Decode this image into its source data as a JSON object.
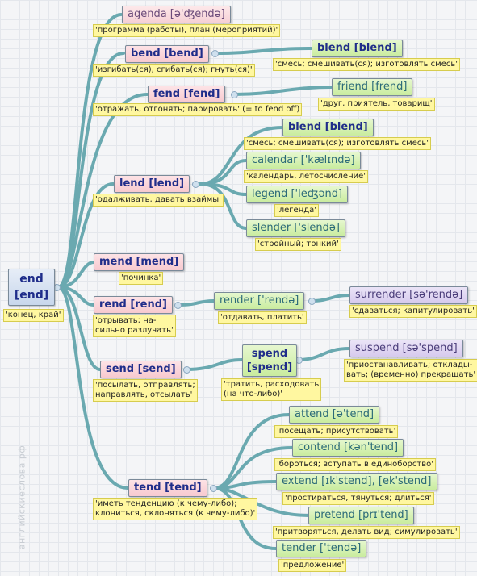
{
  "watermark": "английскиеслова.рф",
  "colors": {
    "edge": "#6aa9b0",
    "note_bg": "#fff7a0",
    "pink": "#f7c9cf",
    "green": "#c9ec9e",
    "lavender": "#d6caee",
    "blue": "#c8d7ec"
  },
  "nodes": {
    "end": {
      "line1": "end",
      "line2": "[end]",
      "note": "'конец, край'"
    },
    "agenda": {
      "label": "agenda [ə'ʤendə]",
      "note": "'программа (работы), план (мероприятий)'"
    },
    "bend": {
      "label": "bend [bend]",
      "note": "'изгибать(ся), сгибать(ся); гнуть(ся)'"
    },
    "blend1": {
      "label": "blend [blend]",
      "note": "'смесь; смешивать(ся); изготовлять смесь'"
    },
    "fend": {
      "label": "fend [fend]",
      "note": "'отражать, отгонять; парировать' (= to fend off)"
    },
    "friend": {
      "label": "friend [frend]",
      "note": "'друг, приятель, товарищ'"
    },
    "lend": {
      "label": "lend [lend]",
      "note": "'одалживать, давать взаймы'"
    },
    "blend2": {
      "label": "blend [blend]",
      "note": "'смесь; смешивать(ся); изготовлять смесь'"
    },
    "calendar": {
      "label": "calendar ['kælɪndə]",
      "note": "'календарь, летосчисление'"
    },
    "legend": {
      "label": "legend ['leʤənd]",
      "note": "'легенда'"
    },
    "slender": {
      "label": "slender ['slendə]",
      "note": "'стройный; тонкий'"
    },
    "mend": {
      "label": "mend [mend]",
      "note": "'починка'"
    },
    "rend": {
      "label": "rend [rend]",
      "note": "'отрывать; на-\nсильно разлучать'"
    },
    "render": {
      "label": "render ['rendə]",
      "note": "'отдавать, платить'"
    },
    "surrender": {
      "label": "surrender [sə'rendə]",
      "note": "'сдаваться; капитулировать'"
    },
    "send": {
      "label": "send [send]",
      "note": "'посылать, отправлять;\nнаправлять, отсылать'"
    },
    "spend": {
      "line1": "spend",
      "line2": "[spend]",
      "note": "'тратить, расходовать\n(на что-либо)'"
    },
    "suspend": {
      "label": "suspend [sə'spend]",
      "note": "'приостанавливать; отклады-\nвать; (временно) прекращать'"
    },
    "tend": {
      "label": "tend [tend]",
      "note": "'иметь тенденцию (к чему-либо);\nклониться, склоняться (к чему-либо)'"
    },
    "attend": {
      "label": "attend [ə'tend]",
      "note": "'посещать; присутствовать'"
    },
    "contend": {
      "label": "contend [kən'tend]",
      "note": "'бороться; вступать в единоборство'"
    },
    "extend": {
      "label": "extend [ɪk'stend], [ek'stend]",
      "note": "'простираться, тянуться; длиться'"
    },
    "pretend": {
      "label": "pretend [prɪ'tend]",
      "note": "'притворяться, делать вид; симулировать'"
    },
    "tender": {
      "label": "tender ['tendə]",
      "note": "'предложение'"
    }
  }
}
